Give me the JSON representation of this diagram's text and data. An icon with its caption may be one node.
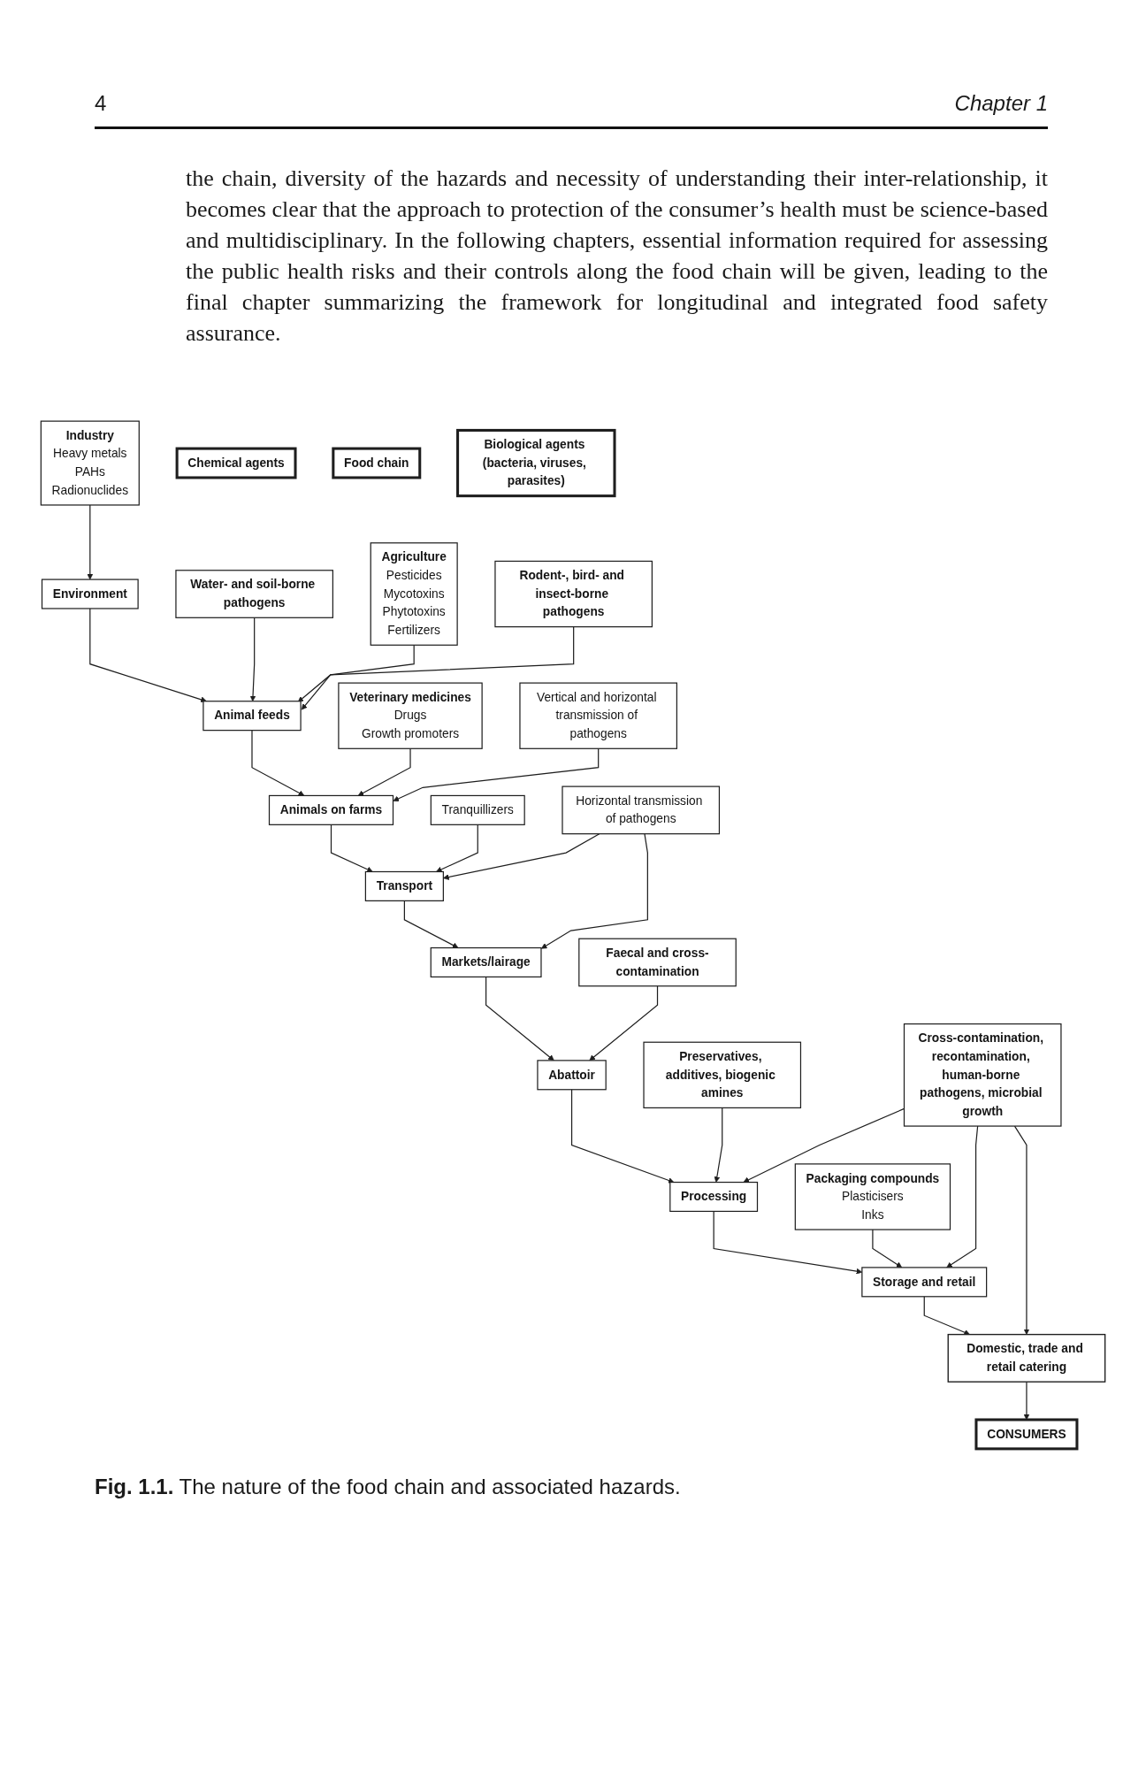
{
  "diagram": {
    "caption": "**Fig. 1.1.** The nature of the food chain and associated hazards.",
    "nodes": [
      {
        "text": [
          "Chemical agents"
        ]
      },
      {
        "text": [
          "Food chain"
        ]
      },
      {
        "text": [
          "Biological agents (bacteria, viruses, parasites)"
        ]
      },
      {
        "text": [
          "Industry",
          "Heavy metals",
          "PAHs",
          "Radionuclides"
        ]
      },
      {
        "text": [
          "Environment"
        ]
      },
      {
        "text": [
          "Water- and soil-borne pathogens"
        ]
      },
      {
        "text": [
          "Agriculture",
          "Pesticides",
          "Mycotoxins",
          "Phytotoxins",
          "Fertilizers"
        ]
      },
      {
        "text": [
          "Animal feeds"
        ]
      },
      {
        "text": [
          "Rodent-, bird- and insect-borne pathogens"
        ]
      },
      {
        "text": [
          "Veterinary medicines",
          "Drugs",
          "Growth promoters"
        ]
      },
      {
        "text": [
          "Animals on farms"
        ]
      },
      {
        "text": [
          "Vertical and horizontal transmission of pathogens"
        ]
      },
      {
        "text": [
          "Tranquillizers"
        ]
      },
      {
        "text": [
          "Transport"
        ]
      },
      {
        "text": [
          "Horizontal transmission of pathogens"
        ]
      },
      {
        "text": [
          "Markets/lairage"
        ]
      },
      {
        "text": [
          "Abattoir"
        ]
      },
      {
        "text": [
          "Faecal and cross-contamination"
        ]
      },
      {
        "text": [
          "Preservatives, additives, biogenic amines"
        ]
      },
      {
        "text": [
          "Processing"
        ]
      },
      {
        "text": [
          "Cross-contamination, recontamination, human-borne pathogens, microbial growth"
        ]
      },
      {
        "text": [
          "Packaging compounds",
          "Plasticisers",
          "Inks"
        ]
      },
      {
        "text": [
          "Storage and retail"
        ]
      },
      {
        "text": [
          "Domestic, trade and retail catering"
        ]
      },
      {
        "text": [
          "CONSUMERS"
        ]
      }
    ],
    "edges": [
      {
        "from": 3,
        "to": 4,
        "arrow": "to"
      },
      {
        "from": 4,
        "to": 7,
        "arrow": "to"
      },
      {
        "from": 5,
        "to": 7,
        "arrow": "to"
      },
      {
        "from": 6,
        "to": 7,
        "arrow": "to"
      },
      {
        "from": 8,
        "to": 7,
        "arrow": "to"
      },
      {
        "from": 7,
        "to": 10,
        "arrow": "to"
      },
      {
        "from": 9,
        "to": 10,
        "arrow": "to"
      },
      {
        "from": 11,
        "to": 10,
        "arrow": "to"
      },
      {
        "from": 10,
        "to": 13,
        "arrow": "to"
      },
      {
        "from": 12,
        "to": 13,
        "arrow": "to"
      },
      {
        "from": 14,
        "to": 13,
        "arrow": "to"
      },
      {
        "from": 13,
        "to": 15,
        "arrow": "to"
      },
      {
        "from": 14,
        "to": 15,
        "arrow": "to"
      },
      {
        "from": 15,
        "to": 16,
        "arrow": "to"
      },
      {
        "from": 17,
        "to": 16,
        "arrow": "to"
      },
      {
        "from": 16,
        "to": 19,
        "arrow": "to"
      },
      {
        "from": 18,
        "to": 19,
        "arrow": "to"
      },
      {
        "from": 20,
        "to": 19,
        "arrow": "to"
      },
      {
        "from": 19,
        "to": 22,
        "arrow": "to"
      },
      {
        "from": 21,
        "to": 22,
        "arrow": "to"
      },
      {
        "from": 20,
        "to": 22,
        "arrow": "to"
      },
      {
        "from": 22,
        "to": 23,
        "arrow": "to"
      },
      {
        "from": 20,
        "to": 23,
        "arrow": "to"
      },
      {
        "from": 23,
        "to": 24,
        "arrow": "to"
      }
    ],
    "labels": [
      "4",
      "Chapter 1",
      "the chain, diversity of the hazards and necessity of understanding their inter-relationship, it becomes clear that the approach to protection of the consumer’s health must be science-based and multidisciplinary. In the following chapters, essential information required for assessing the public health risks and their controls along the food chain will be given, leading to the final chapter summarizing the framework for longitudinal and integrated food safety assurance."
    ]
  }
}
